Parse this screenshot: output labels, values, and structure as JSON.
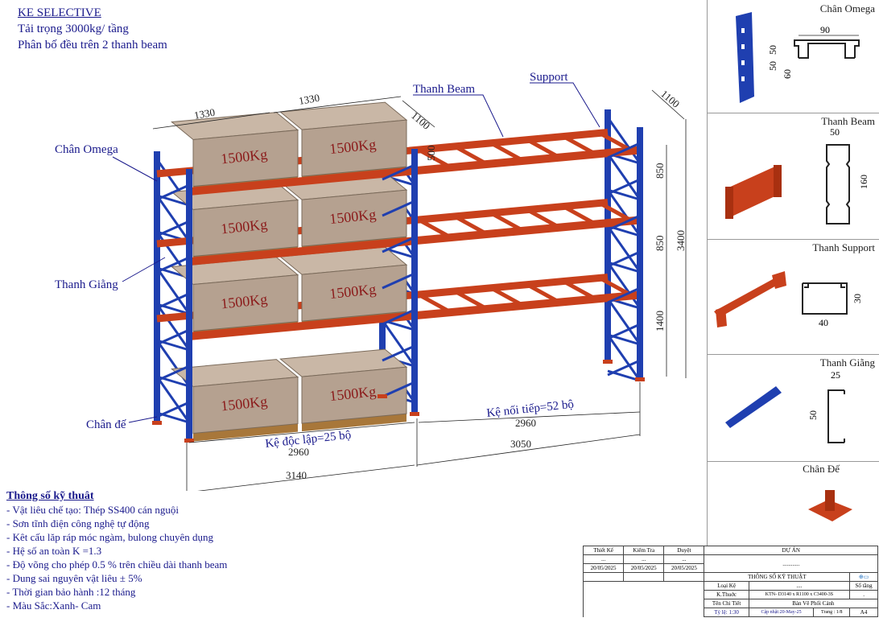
{
  "header": {
    "title": "KE SELECTIVE",
    "line1": "Tải trọng 3000kg/ tầng",
    "line2": "Phân bố đều trên 2 thanh beam"
  },
  "labels": {
    "chan_omega": "Chân Omega",
    "thanh_giang": "Thanh Giằng",
    "chan_de": "Chân đế",
    "thanh_beam": "Thanh Beam",
    "support": "Support",
    "ke_doc_lap": "Kệ độc lập=25 bộ",
    "ke_noi_tiep": "Kệ nối tiếp=52 bộ",
    "load": "1500Kg"
  },
  "dimensions": {
    "w1": "1330",
    "w2": "1330",
    "d1": "1100",
    "d2": "1100",
    "h_top": "500",
    "h1": "850",
    "h2": "850",
    "h3": "1400",
    "h_total": "3400",
    "inner1": "2960",
    "inner2": "2960",
    "total1": "3140",
    "total2": "3050"
  },
  "specs": {
    "heading": "Thông số kỹ thuât",
    "items": [
      "- Vật liêu chế tạo: Thép SS400 cán nguội",
      "- Sơn tĩnh điện công nghệ tự động",
      "- Kêt cấu lăp ráp móc ngàm, bulong chuyên dụng",
      "- Hệ số an toàn K =1.3",
      "- Độ võng cho phép 0.5 % trên chiều dài thanh beam",
      "- Dung sai nguyên vật liêu ± 5%",
      "- Thời gian bảo hành :12 tháng",
      "- Màu Sắc:Xanh- Cam"
    ]
  },
  "parts": [
    {
      "name": "Chân Omega",
      "dims": [
        "90",
        "60",
        "50",
        "50"
      ]
    },
    {
      "name": "Thanh Beam",
      "dims": [
        "50",
        "160"
      ]
    },
    {
      "name": "Thanh Support",
      "dims": [
        "30",
        "40"
      ]
    },
    {
      "name": "Thanh Giằng",
      "dims": [
        "25",
        "50"
      ]
    },
    {
      "name": "Chân Đế",
      "dims": []
    }
  ],
  "title_block": {
    "thiet_ke": "Thiết Kế",
    "kiem_tra": "Kiểm Tra",
    "duyet": "Duyệt",
    "dots": "...",
    "date": "20/05/2025",
    "du_an": "DỰ ÁN",
    "du_an_val": "............",
    "thong_so": "THÔNG SỐ KỸ THUẬT",
    "loai_ke": "Loại Kệ",
    "loai_ke_val": "....",
    "so_tang": "Số tầng",
    "so_tang_val": ".",
    "k_thuoc": "K.Thuớc",
    "k_thuoc_val": "KTN- D3140 x R1100 x C3400-3S",
    "ten_chi_tiet": "Tên Chi Tiết",
    "ten_val": "Bản Vẽ Phối Cảnh",
    "ty_le": "Tỷ lệ:",
    "ty_le_val": "1:30",
    "cap_nhat": "Cập nhật:20-May-25",
    "trang": "Trang :",
    "trang_val": "1/8",
    "kho": "A4"
  },
  "colors": {
    "blue": "#1f3fb0",
    "orange": "#c8401c",
    "box": "#b5a190",
    "pallet": "#a8773a",
    "text": "#1a1a8c"
  }
}
